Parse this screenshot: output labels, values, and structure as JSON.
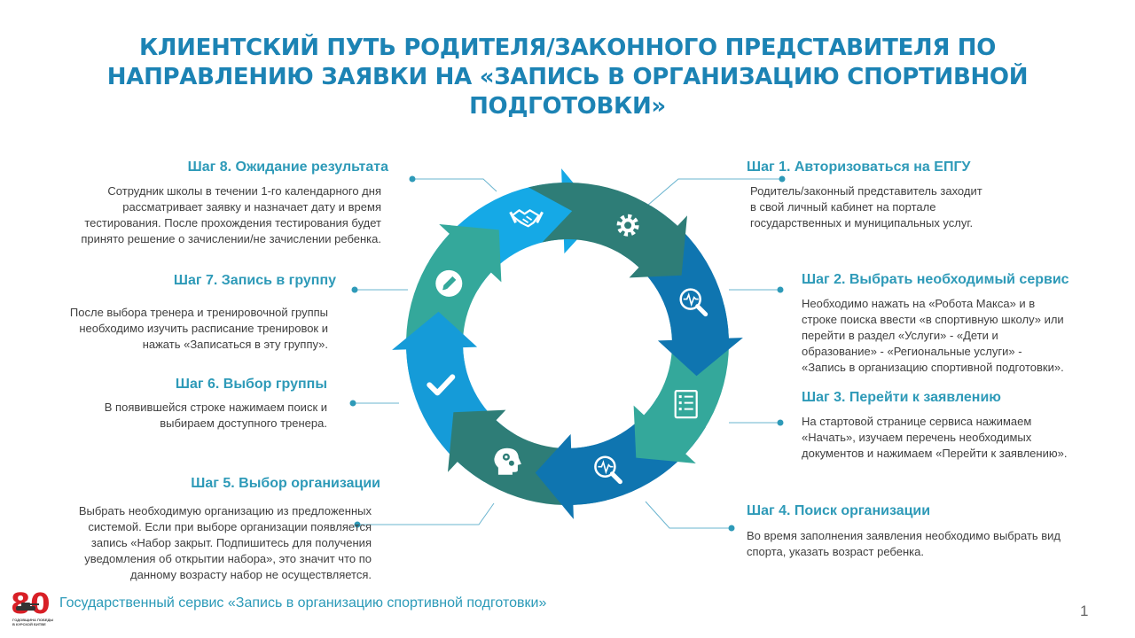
{
  "title": "КЛИЕНТСКИЙ ПУТЬ РОДИТЕЛЯ/ЗАКОННОГО ПРЕДСТАВИТЕЛЯ ПО НАПРАВЛЕНИЮ ЗАЯВКИ НА «ЗАПИСЬ В ОРГАНИЗАЦИЮ СПОРТИВНОЙ ПОДГОТОВКИ»",
  "steps": {
    "s1": {
      "title": "Шаг 1. Авторизоваться на ЕПГУ",
      "lines": [
        "Родитель/законный представитель заходит",
        "в свой личный кабинет на портале",
        "государственных и муниципальных услуг."
      ],
      "icon": "gear-icon"
    },
    "s2": {
      "title": "Шаг 2. Выбрать необходимый сервис",
      "lines": [
        "Необходимо нажать на «Робота Макса» и в",
        "строке поиска ввести «в спортивную школу» или",
        "перейти в раздел «Услуги» - «Дети и",
        "образование» - «Региональные услуги» -",
        "«Запись в организацию спортивной подготовки»."
      ],
      "icon": "search-analytics-icon"
    },
    "s3": {
      "title": "Шаг 3. Перейти к заявлению",
      "lines": [
        "На стартовой странице сервиса нажимаем",
        "«Начать», изучаем перечень необходимых",
        "документов и нажимаем «Перейти к заявлению»."
      ],
      "icon": "checklist-icon"
    },
    "s4": {
      "title": "Шаг 4. Поиск организации",
      "lines": [
        "Во время заполнения заявления необходимо выбрать вид",
        "спорта, указать возраст ребенка."
      ],
      "icon": "search-analytics-icon"
    },
    "s5": {
      "title": "Шаг 5. Выбор организации",
      "lines": [
        "Выбрать необходимую организацию из предложенных",
        "системой. Если при выборе организации появляется",
        "запись «Набор закрыт. Подпишитесь для получения",
        "уведомления об открытии набора», это значит что по",
        "данному возрасту набор не осуществляется."
      ],
      "icon": "head-gears-icon"
    },
    "s6": {
      "title": "Шаг 6. Выбор группы",
      "lines": [
        "В появившейся строке нажимаем поиск и",
        "выбираем доступного тренера."
      ],
      "icon": "checkmark-icon"
    },
    "s7": {
      "title": "Шаг 7. Запись в группу",
      "lines": [
        "После выбора тренера и тренировочной группы",
        "необходимо изучить расписание тренировок и",
        "нажать «Записаться в эту группу»."
      ],
      "icon": "pencil-icon"
    },
    "s8": {
      "title": "Шаг 8. Ожидание результата",
      "lines": [
        "Сотрудник школы в течении 1-го календарного дня",
        "рассматривает заявку и назначает дату и время",
        "тестирования. После прохождения тестирования будет",
        "принято решение о зачислении/не зачислении ребенка."
      ],
      "icon": "handshake-icon"
    }
  },
  "colors": {
    "title": "#1c83b4",
    "step_title": "#2e9ab8",
    "seg_s1": "#2e7d77",
    "seg_s2": "#0f75b0",
    "seg_s3": "#34a89b",
    "seg_s4": "#0f75b0",
    "seg_s5": "#2e7d77",
    "seg_s6": "#159bd8",
    "seg_s7": "#34a89b",
    "seg_s8": "#15a9e6",
    "logo": "#d81f26"
  },
  "footer": "Государственный сервис «Запись в организацию спортивной подготовки»",
  "page_number": "1",
  "logo": {
    "number": "80",
    "text_lines": [
      "ГОДОВЩИНА ПОБЕДЫ",
      "В КУРСКОЙ БИТВЕ"
    ]
  }
}
